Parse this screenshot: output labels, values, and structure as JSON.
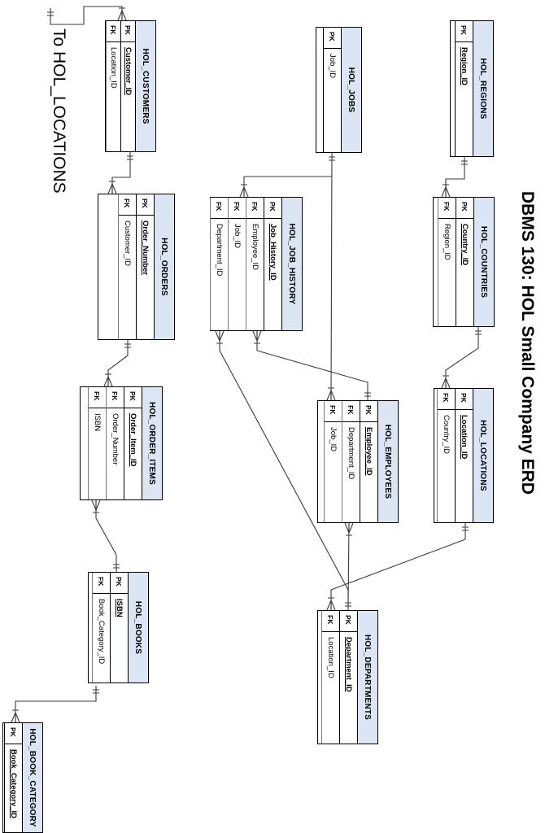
{
  "title": "DBMS 130: HOL Small Company ERD",
  "offpage_label": "To HOL_LOCATIONS",
  "colors": {
    "header_fill": "#dbe5f3",
    "border": "#000000",
    "line": "#3a3a3a",
    "background": "#ffffff"
  },
  "notation": "crow-foot",
  "tables": [
    {
      "id": "hol_regions",
      "name": "HOL_REGIONS",
      "fields": [
        {
          "key": "PK",
          "name": "Region_ID",
          "pk": true
        }
      ]
    },
    {
      "id": "hol_countries",
      "name": "HOL_COUNTRIES",
      "fields": [
        {
          "key": "PK",
          "name": "Country_ID",
          "pk": true
        },
        {
          "key": "FK",
          "name": "Region_ID",
          "pk": false
        }
      ]
    },
    {
      "id": "hol_locations",
      "name": "HOL_LOCATIONS",
      "fields": [
        {
          "key": "PK",
          "name": "Location_ID",
          "pk": true
        },
        {
          "key": "FK",
          "name": "Country_ID",
          "pk": false
        }
      ]
    },
    {
      "id": "hol_departments",
      "name": "HOL_DEPARTMENTS",
      "fields": [
        {
          "key": "PK",
          "name": "Department_ID",
          "pk": true
        },
        {
          "key": "FK",
          "name": "Location_ID",
          "pk": false
        }
      ]
    },
    {
      "id": "hol_jobs",
      "name": "HOL_JOBS",
      "fields": [
        {
          "key": "PK",
          "name": "Job_ID",
          "pk": false
        }
      ]
    },
    {
      "id": "hol_job_history",
      "name": "HOL_JOB_HISTORY",
      "fields": [
        {
          "key": "PK",
          "name": "Job_History_ID",
          "pk": true
        },
        {
          "key": "FK",
          "name": "Employee_ID",
          "pk": false
        },
        {
          "key": "FK",
          "name": "Job_ID",
          "pk": false
        },
        {
          "key": "FK",
          "name": "Department_ID",
          "pk": false
        }
      ]
    },
    {
      "id": "hol_employees",
      "name": "HOL_EMPLOYEES",
      "fields": [
        {
          "key": "PK",
          "name": "Employee_ID",
          "pk": true
        },
        {
          "key": "FK",
          "name": "Department_ID",
          "pk": false
        },
        {
          "key": "FK",
          "name": "Job_ID",
          "pk": false
        }
      ]
    },
    {
      "id": "hol_customers",
      "name": "HOL_CUSTOMERS",
      "fields": [
        {
          "key": "PK",
          "name": "Customer_ID",
          "pk": true
        },
        {
          "key": "FK",
          "name": "Location_ID",
          "pk": false
        }
      ]
    },
    {
      "id": "hol_orders",
      "name": "HOL_ORDERS",
      "fields": [
        {
          "key": "PK",
          "name": "Order_Number",
          "pk": true
        },
        {
          "key": "FK",
          "name": "Customer_ID",
          "pk": false
        }
      ]
    },
    {
      "id": "hol_order_items",
      "name": "HOL_ORDER_ITEMS",
      "fields": [
        {
          "key": "PK",
          "name": "Order_Item_ID",
          "pk": true
        },
        {
          "key": "FK",
          "name": "Order_Number",
          "pk": false
        },
        {
          "key": "FK",
          "name": "ISBN",
          "pk": false
        }
      ]
    },
    {
      "id": "hol_books",
      "name": "HOL_BOOKS",
      "fields": [
        {
          "key": "PK",
          "name": "ISBN",
          "pk": true
        },
        {
          "key": "FK",
          "name": "Book_Category_ID",
          "pk": false
        }
      ]
    },
    {
      "id": "hol_book_category",
      "name": "HOL_BOOK_CATEGORY",
      "fields": [
        {
          "key": "PK",
          "name": "Book_Category_ID",
          "pk": true
        }
      ]
    }
  ],
  "relationships": [
    {
      "one": "HOL_REGIONS",
      "many": "HOL_COUNTRIES"
    },
    {
      "one": "HOL_COUNTRIES",
      "many": "HOL_LOCATIONS"
    },
    {
      "one": "HOL_LOCATIONS",
      "many": "HOL_DEPARTMENTS"
    },
    {
      "one": "HOL_DEPARTMENTS",
      "many": "HOL_EMPLOYEES"
    },
    {
      "one": "HOL_DEPARTMENTS",
      "many": "HOL_JOB_HISTORY"
    },
    {
      "one": "HOL_JOBS",
      "many": "HOL_EMPLOYEES"
    },
    {
      "one": "HOL_JOBS",
      "many": "HOL_JOB_HISTORY"
    },
    {
      "one": "HOL_EMPLOYEES",
      "many": "HOL_JOB_HISTORY"
    },
    {
      "one": "HOL_CUSTOMERS",
      "many": "HOL_ORDERS"
    },
    {
      "one": "HOL_ORDERS",
      "many": "HOL_ORDER_ITEMS"
    },
    {
      "one": "HOL_BOOKS",
      "many": "HOL_ORDER_ITEMS"
    },
    {
      "one": "HOL_BOOKS",
      "many": "HOL_BOOK_CATEGORY"
    },
    {
      "one": "HOL_LOCATIONS (off-page)",
      "many": "HOL_CUSTOMERS"
    }
  ]
}
